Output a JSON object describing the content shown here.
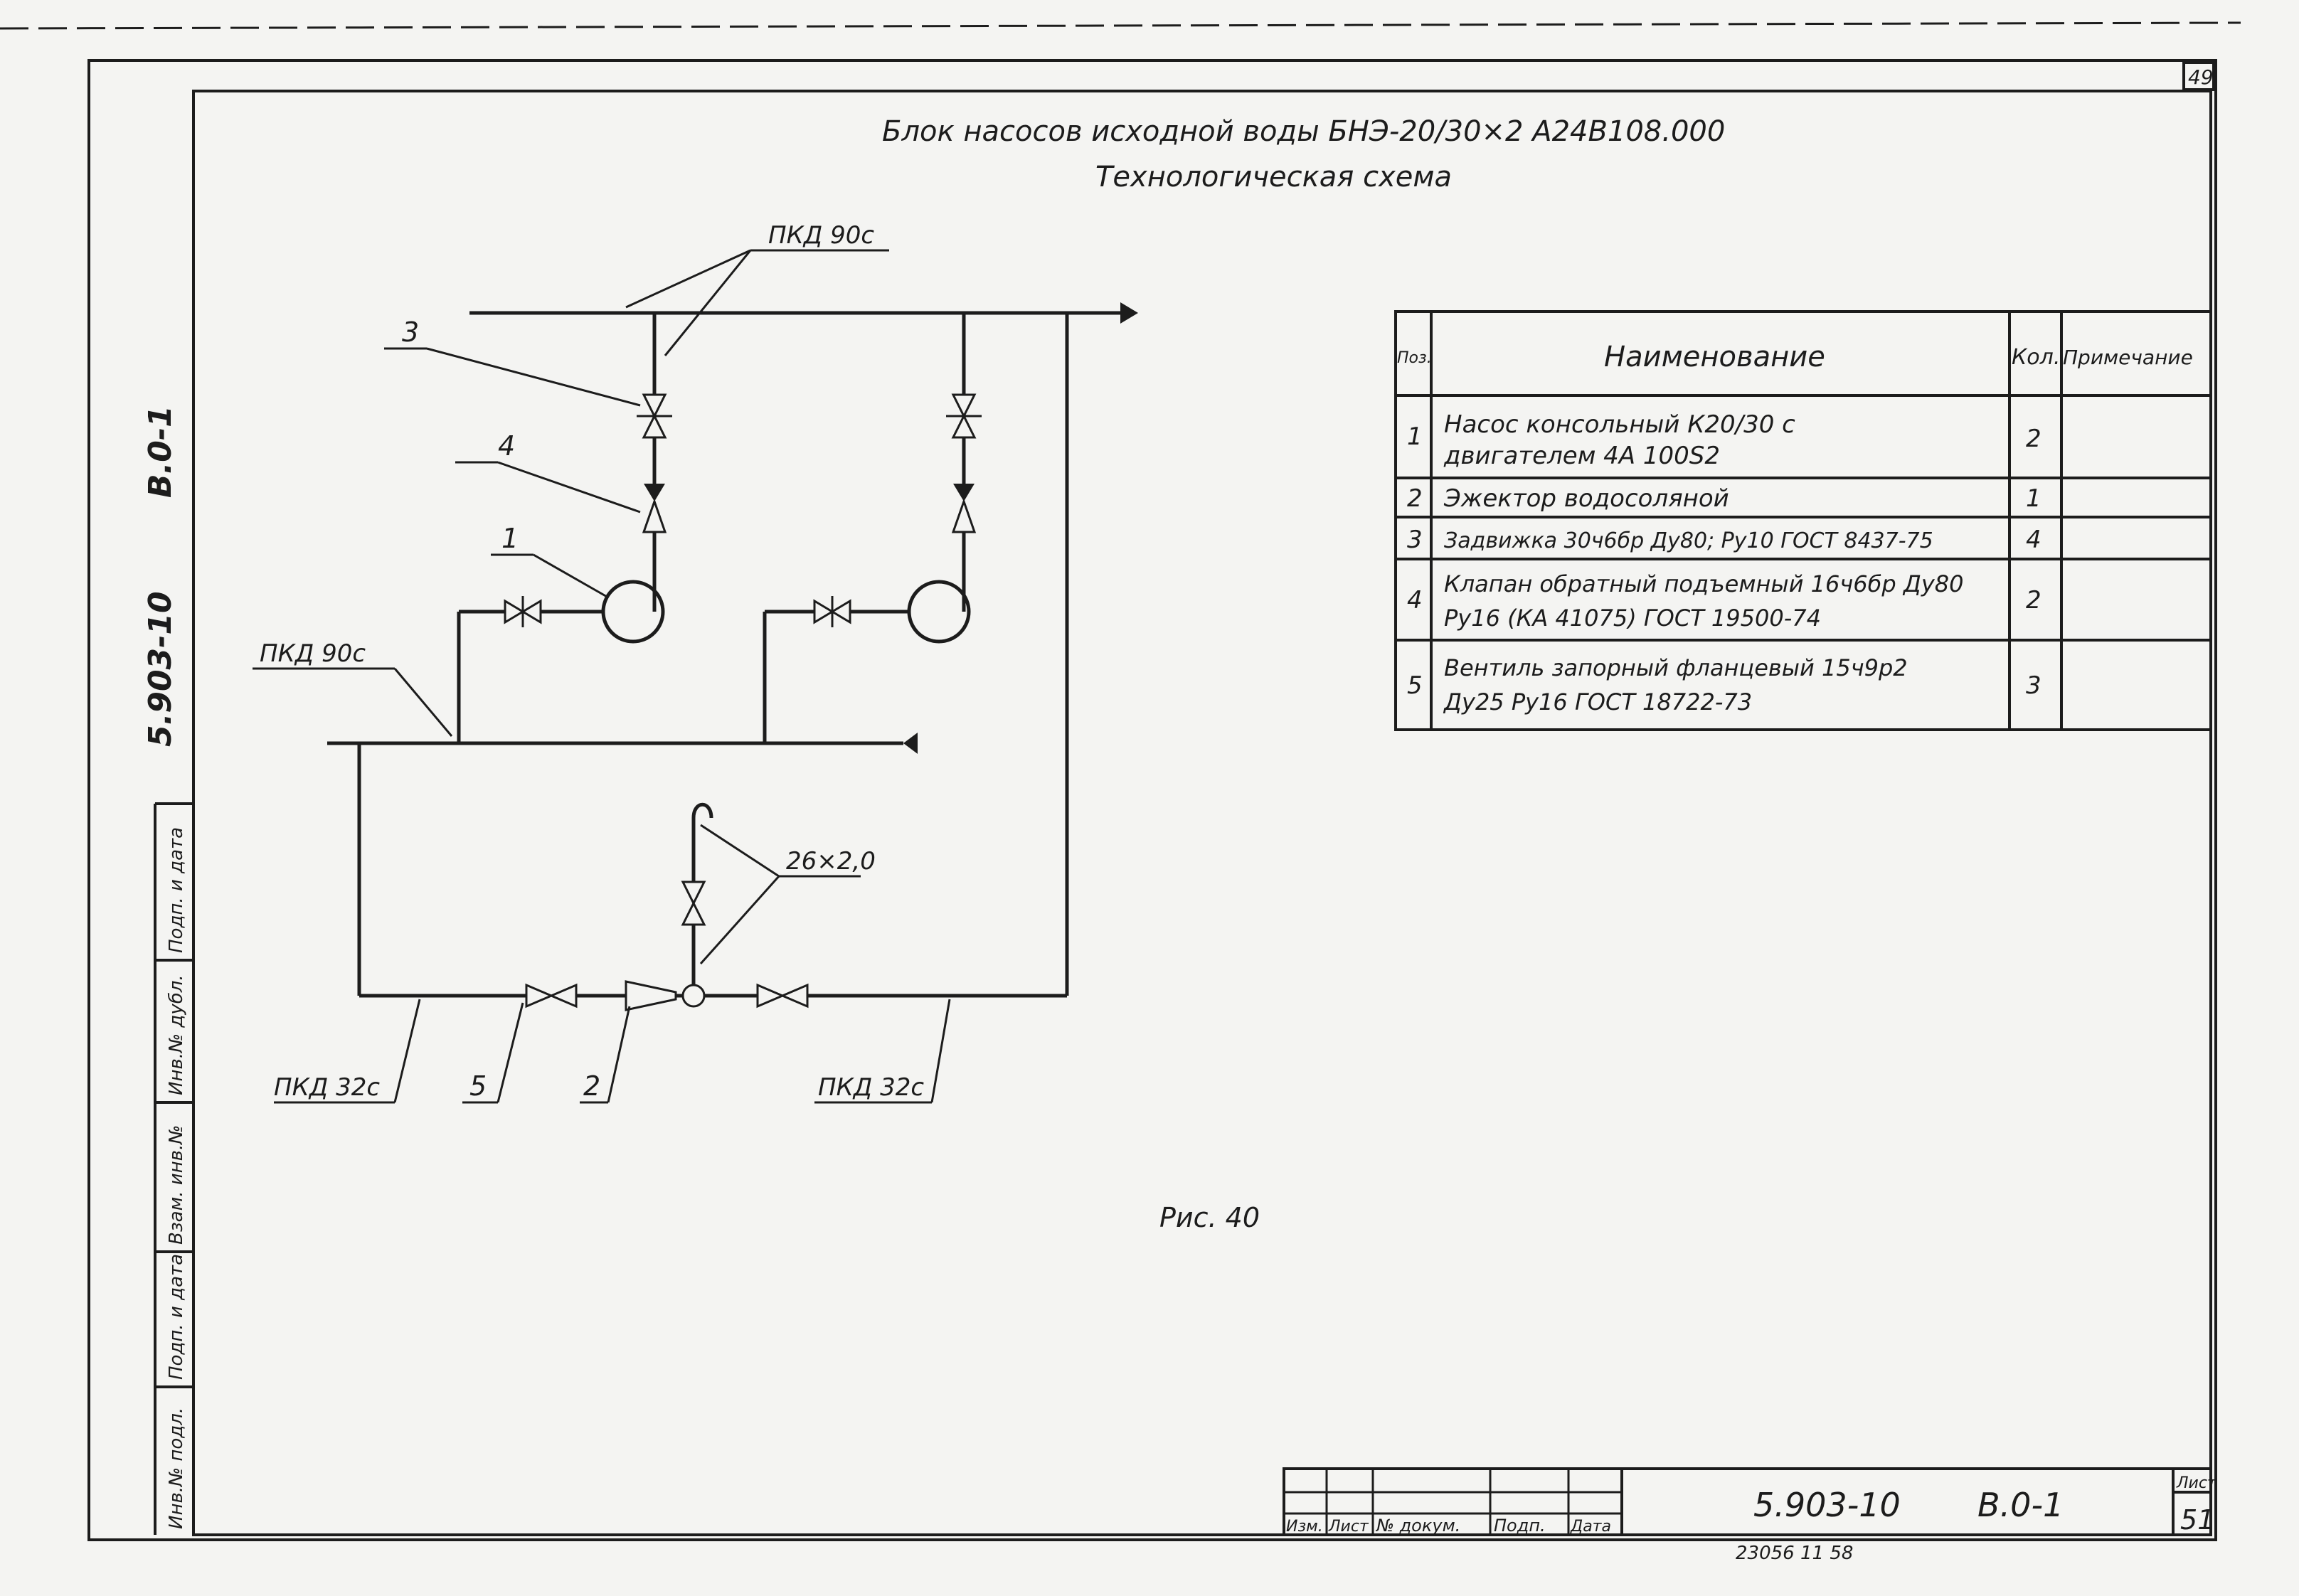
{
  "sheet": {
    "corner_number": "49",
    "side_code_left": "5.903-10",
    "side_code_right": "В.0-1",
    "side_stamp_cells": [
      "Инв.№ подл.",
      "Подп. и дата",
      "Взам. инв.№",
      "Инв.№ дубл.",
      "Подп. и дата"
    ]
  },
  "title": {
    "line1": "Блок насосов исходной воды БНЭ-20/30×2   А24В108.000",
    "line2": "Технологическая схема"
  },
  "diagram": {
    "labels": {
      "pkd90c_top": "ПКД 90с",
      "pkd90c_left": "ПКД 90с",
      "pkd32c_left": "ПКД 32с",
      "pkd32c_right": "ПКД 32с",
      "pipe_26x2": "26×2,0",
      "pos3": "3",
      "pos4": "4",
      "pos1": "1",
      "pos5": "5",
      "pos2": "2"
    },
    "caption": "Рис. 40"
  },
  "spec_table": {
    "headers": [
      "Поз.",
      "Наименование",
      "Кол.",
      "Примечание"
    ],
    "rows": [
      {
        "pos": "1",
        "name1": "Насос консольный   К20/30 с",
        "name2": "двигателем 4А 100S2",
        "qty": "2",
        "note": ""
      },
      {
        "pos": "2",
        "name1": "Эжектор водосоляной",
        "name2": "",
        "qty": "1",
        "note": ""
      },
      {
        "pos": "3",
        "name1": "Задвижка 30ч6бр Ду80; Ру10 ГОСТ 8437-75",
        "name2": "",
        "qty": "4",
        "note": ""
      },
      {
        "pos": "4",
        "name1": "Клапан обратный подъемный 16ч6бр Ду80",
        "name2": "Ру16 (КА 41075) ГОСТ 19500-74",
        "qty": "2",
        "note": ""
      },
      {
        "pos": "5",
        "name1": "Вентиль запорный фланцевый 15ч9р2",
        "name2": "Ду25 Ру16 ГОСТ 18722-73",
        "qty": "3",
        "note": ""
      }
    ]
  },
  "title_block": {
    "col_headers": [
      "Изм.",
      "Лист",
      "№ докум.",
      "Подп.",
      "Дата"
    ],
    "doc_code": "5.903-10",
    "album": "В.0-1",
    "sheet_label": "Лист",
    "sheet_number": "51",
    "bottom_line": "23056  11  58"
  }
}
